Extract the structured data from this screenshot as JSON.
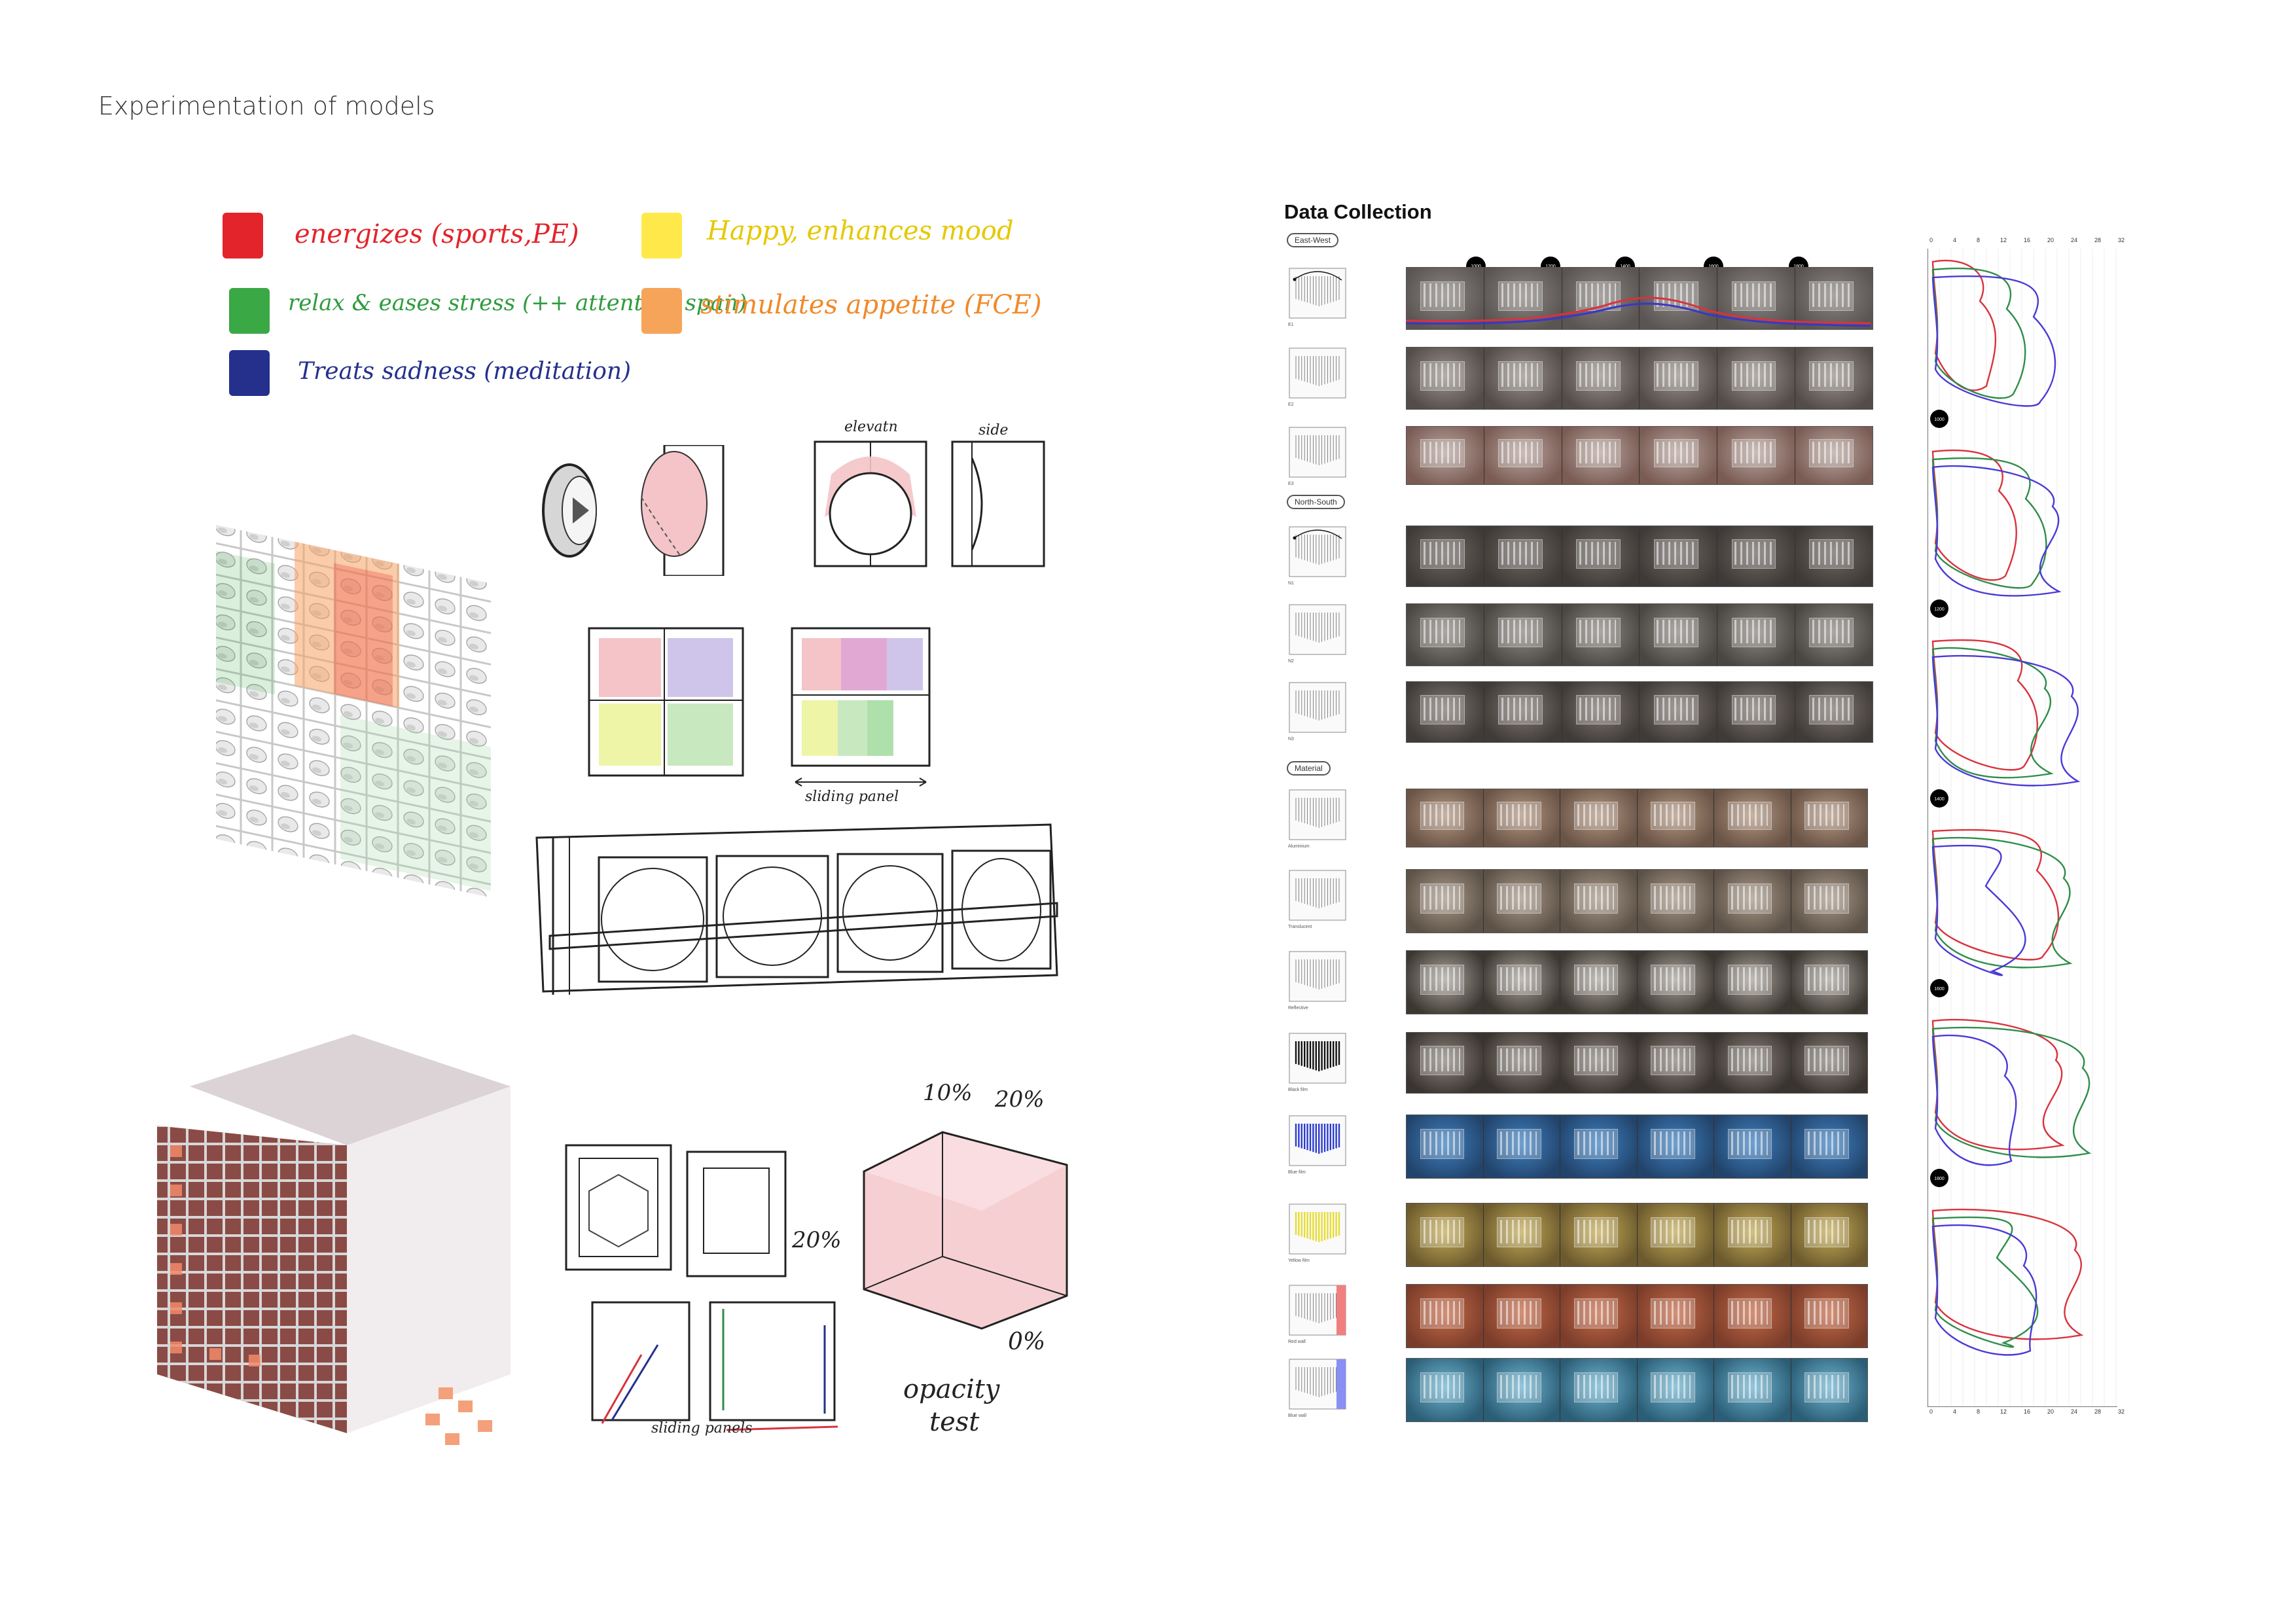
{
  "page": {
    "title": "Experimentation of models"
  },
  "colors": {
    "red": "#e3242b",
    "yellow": "#ffe94a",
    "green": "#3aa845",
    "orange": "#f6a45a",
    "blue": "#24308c",
    "pink_wash": "#f4c4c8",
    "line_red": "#d8333d",
    "line_green": "#2f8d4a",
    "line_blue": "#4a3ad6"
  },
  "color_legend": [
    {
      "color": "red",
      "text": "energizes (sports,PE)"
    },
    {
      "color": "yellow",
      "text": "Happy, enhances mood"
    },
    {
      "color": "green",
      "text": "relax & eases stress (++ attention span)"
    },
    {
      "color": "orange",
      "text": "stimulates appetite (FCE)"
    },
    {
      "color": "blue",
      "text": "Treats sadness (meditation)"
    }
  ],
  "sketch_labels": {
    "elevation": "elevatn",
    "side": "side",
    "sliding_panel": "sliding panel",
    "sliding_panels": "sliding panels",
    "pct_10": "10%",
    "pct_20_top": "20%",
    "pct_20_left": "20%",
    "pct_0": "0%",
    "opacity": "opacity",
    "test": "test"
  },
  "data_collection": {
    "title": "Data Collection",
    "group_east_west": "East-West",
    "group_north_south": "North-South",
    "group_material": "Material",
    "time_markers": [
      "1000",
      "1200",
      "1400",
      "1600",
      "1800"
    ],
    "side_time_markers": [
      "1000",
      "1200",
      "1400",
      "1600",
      "1800"
    ],
    "axis_ticks": [
      "0",
      "4",
      "8",
      "12",
      "16",
      "20",
      "24",
      "28",
      "32"
    ],
    "rows": [
      {
        "label": "E1",
        "tone": [
          "#5a5452",
          "#8a8582"
        ]
      },
      {
        "label": "E2",
        "tone": [
          "#534c49",
          "#9a928d"
        ]
      },
      {
        "label": "E3",
        "tone": [
          "#7a5c54",
          "#b8a6a0"
        ]
      },
      {
        "label": "N1",
        "tone": [
          "#3f3a37",
          "#6e6864"
        ]
      },
      {
        "label": "N2",
        "tone": [
          "#4a4743",
          "#8d8883"
        ]
      },
      {
        "label": "N3",
        "tone": [
          "#403b38",
          "#7f7772"
        ]
      },
      {
        "label": "Aluminium",
        "tone": [
          "#6a5446",
          "#b39783"
        ]
      },
      {
        "label": "Translucent",
        "tone": [
          "#5d5247",
          "#a9998a"
        ]
      },
      {
        "label": "Reflective",
        "tone": [
          "#3d3732",
          "#aaa49c"
        ]
      },
      {
        "label": "Black film",
        "tone": [
          "#3a3430",
          "#8d857d"
        ]
      },
      {
        "label": "Blue film",
        "tone": [
          "#22446b",
          "#3f80c0"
        ]
      },
      {
        "label": "Yellow film",
        "tone": [
          "#6c5a2e",
          "#c4ab57"
        ]
      },
      {
        "label": "Red wall",
        "tone": [
          "#7b3d2a",
          "#c46a48"
        ]
      },
      {
        "label": "Blue wall",
        "tone": [
          "#2b5d76",
          "#6fb4cf"
        ]
      }
    ]
  }
}
